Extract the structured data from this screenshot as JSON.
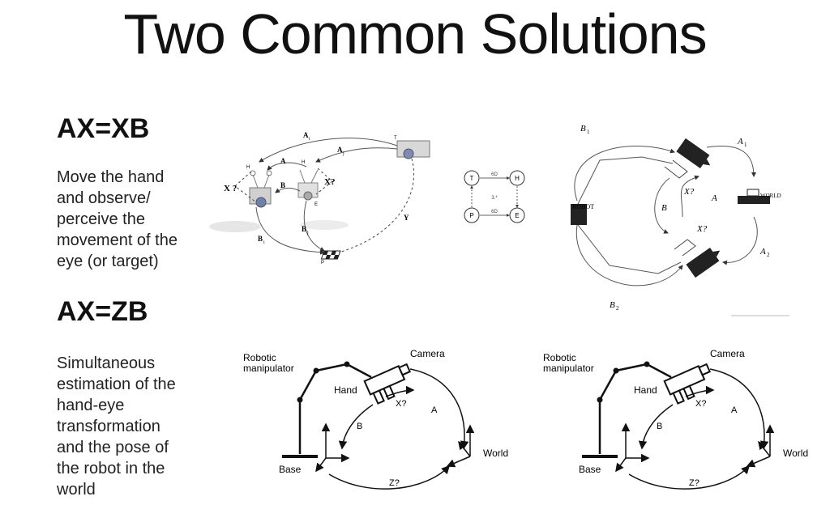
{
  "title": "Two Common Solutions",
  "sections": {
    "axxb": {
      "equation": "AX=XB",
      "description": [
        "Move the hand",
        "and observe/",
        "perceive the",
        "movement of the",
        "eye (or target)"
      ]
    },
    "axzb": {
      "equation": "AX=ZB",
      "description": [
        "Simultaneous",
        "estimation of the",
        "hand-eye",
        "transformation",
        "and the pose of",
        "the robot in the",
        "world"
      ]
    }
  },
  "figure_cameras": {
    "labels": {
      "A_i": "A",
      "A_j": "A",
      "T": "T",
      "H_left": "H",
      "H_right": "H",
      "A_mid": "A",
      "X_left": "X ?",
      "X_right": "X?",
      "B": "B",
      "E": "E",
      "B_i": "B",
      "B_j": "B",
      "Y": "Y",
      "P": "P",
      "sub_i": "i",
      "sub_j": "j"
    }
  },
  "figure_graph": {
    "nodes": {
      "T": "T",
      "H": "H",
      "P": "P",
      "E": "E"
    },
    "edges": {
      "top": "6D",
      "bottom": "6D",
      "middle": "3.*"
    }
  },
  "figure_robot_world": {
    "labels": {
      "B1": "B",
      "B1_sub": "1",
      "A1": "A",
      "A1_sub": "1",
      "X_top": "X?",
      "A": "A",
      "B": "B",
      "robot": "ROBOT",
      "world": "WORLD",
      "X_bottom": "X?",
      "A2": "A",
      "A2_sub": "2",
      "B2": "B",
      "B2_sub": "2"
    }
  },
  "figure_manipulator": {
    "labels": {
      "robotic": "Robotic",
      "manipulator": "manipulator",
      "camera": "Camera",
      "hand": "Hand",
      "x": "X?",
      "a": "A",
      "b": "B",
      "world": "World",
      "base": "Base",
      "z": "Z?"
    }
  }
}
